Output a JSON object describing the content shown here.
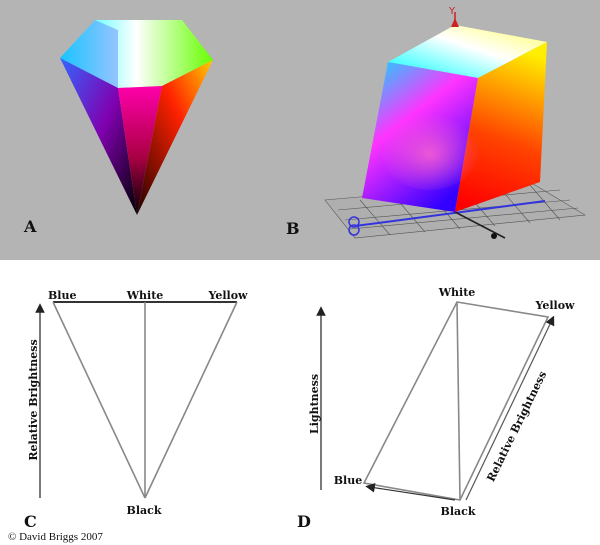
{
  "panels": {
    "a": {
      "letter": "A"
    },
    "b": {
      "letter": "B",
      "axis_y": "Y"
    },
    "c": {
      "letter": "C",
      "top_left": "Blue",
      "top_middle": "White",
      "top_right": "Yellow",
      "bottom": "Black",
      "axis_label": "Relative Brightness"
    },
    "d": {
      "letter": "D",
      "top": "White",
      "right": "Yellow",
      "left_bottom": "Blue",
      "bottom": "Black",
      "axis_left": "Lightness",
      "axis_diagonal": "Relative Brightness"
    }
  },
  "credit": "© David Briggs 2007"
}
